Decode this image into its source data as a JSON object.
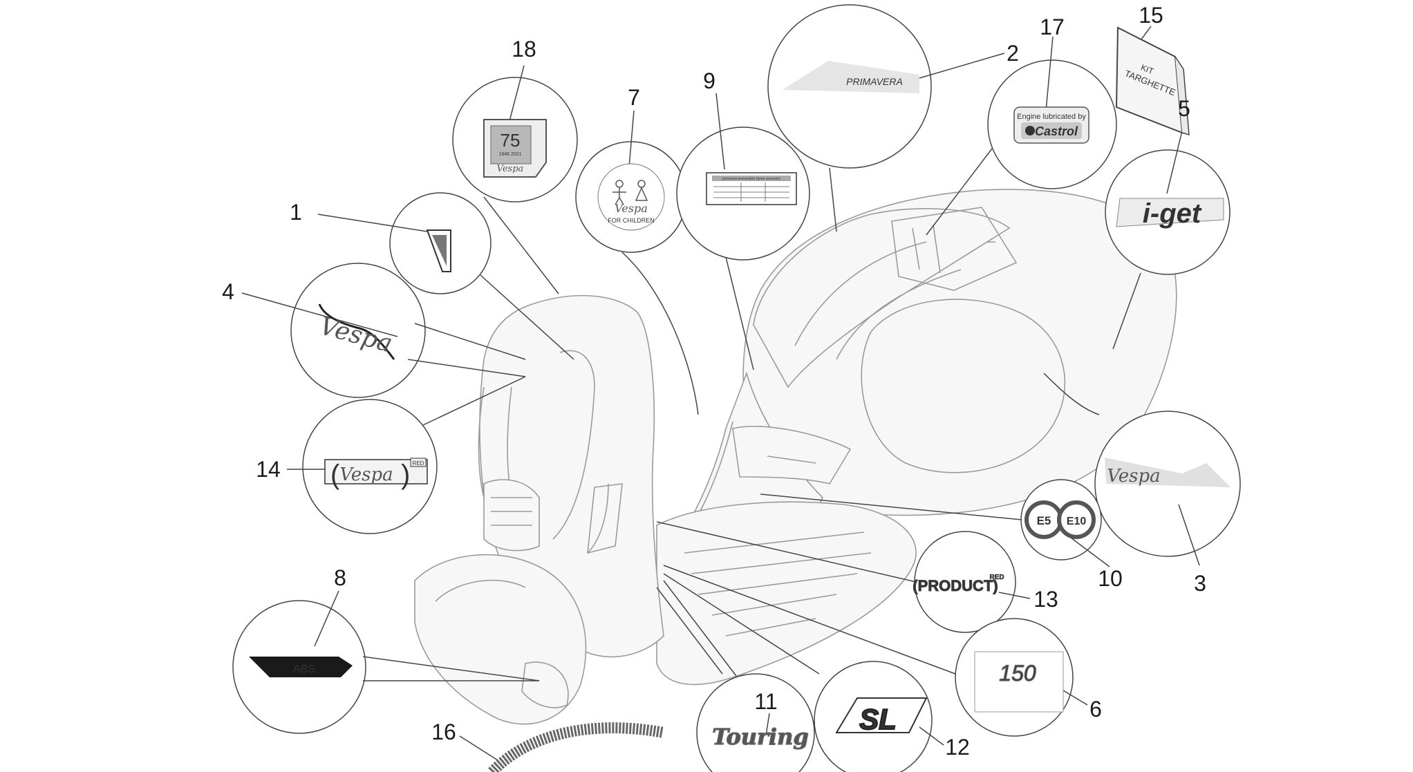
{
  "parts": [
    "1",
    "2",
    "3",
    "4",
    "5",
    "6",
    "7",
    "8",
    "9",
    "10",
    "11",
    "12",
    "13",
    "14",
    "15",
    "16",
    "17",
    "18"
  ],
  "stickers": {
    "castrol_line1": "Engine lubricated by",
    "castrol_line2": "Castrol",
    "kit_line1": "KIT",
    "kit_line2": "TARGHETTE",
    "jget": "i-get",
    "vespa": "Vespa",
    "for_children": "FOR CHILDREN",
    "abs": "ABS",
    "num150": "150",
    "sl": "SL",
    "touring": "Touring",
    "e5": "E5",
    "e10": "E10",
    "product_red": "(PRODUCT)",
    "red": "RED",
    "badge75": "75",
    "badge_years": "1946 2021",
    "tyre_title": "pressione pneumatici (tyres pressure)",
    "primavera": "PRIMAVERA"
  }
}
